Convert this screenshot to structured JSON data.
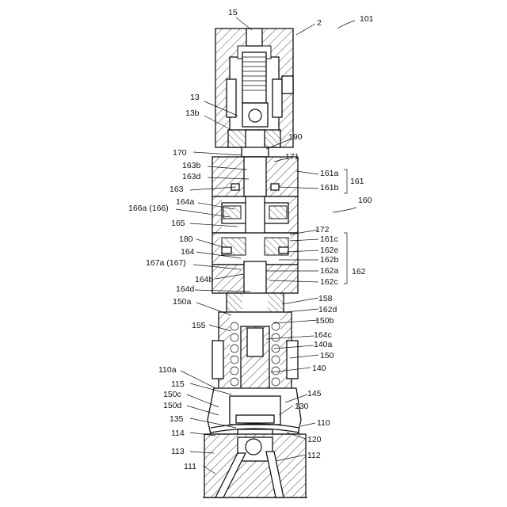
{
  "figure": {
    "labels": {
      "l15": "15",
      "l2": "2",
      "l101": "101",
      "l13": "13",
      "l13b": "13b",
      "l190": "190",
      "l170": "170",
      "l171": "171",
      "l163b": "163b",
      "l163d": "163d",
      "l161a": "161a",
      "l161": "161",
      "l163": "163",
      "l161b": "161b",
      "l164a": "164a",
      "l166a": "166a (166)",
      "l160": "160",
      "l165": "165",
      "l172": "172",
      "l180": "180",
      "l161c": "161c",
      "l164": "164",
      "l162e": "162e",
      "l167a": "167a (167)",
      "l162b": "162b",
      "l162": "162",
      "l164b": "164b",
      "l162a": "162a",
      "l164d": "164d",
      "l162c": "162c",
      "l158": "158",
      "l150a": "150a",
      "l162d": "162d",
      "l150b": "150b",
      "l155": "155",
      "l164c": "164c",
      "l140a": "140a",
      "l150": "150",
      "l140": "140",
      "l110a": "110a",
      "l115": "115",
      "l145": "145",
      "l150c": "150c",
      "l130": "130",
      "l150d": "150d",
      "l135": "135",
      "l110": "110",
      "l114": "114",
      "l120": "120",
      "l113": "113",
      "l112": "112",
      "l111": "111"
    }
  }
}
